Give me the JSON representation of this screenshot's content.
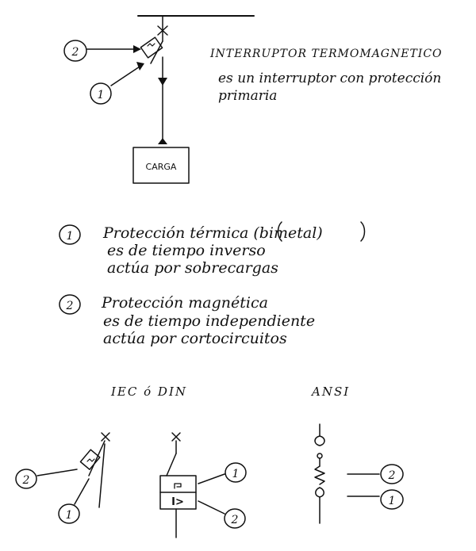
{
  "title": "INTERRUPTOR TERMOMAGNETICO",
  "description_lines": [
    "es un interruptor con protección",
    "primaria"
  ],
  "load_label": "CARGA",
  "callout_1": "1",
  "callout_2": "2",
  "notes": [
    {
      "number": "1",
      "lines": [
        "Protección térmica (bimetal)",
        "es de tiempo inverso",
        "actúa por sobrecargas"
      ]
    },
    {
      "number": "2",
      "lines": [
        "Protección magnética",
        "es de tiempo independiente",
        "actúa por cortocircuitos"
      ]
    }
  ],
  "standards": {
    "iec_label": "IEC ó DIN",
    "ansi_label": "ANSI",
    "trip_symbol": "I>"
  }
}
